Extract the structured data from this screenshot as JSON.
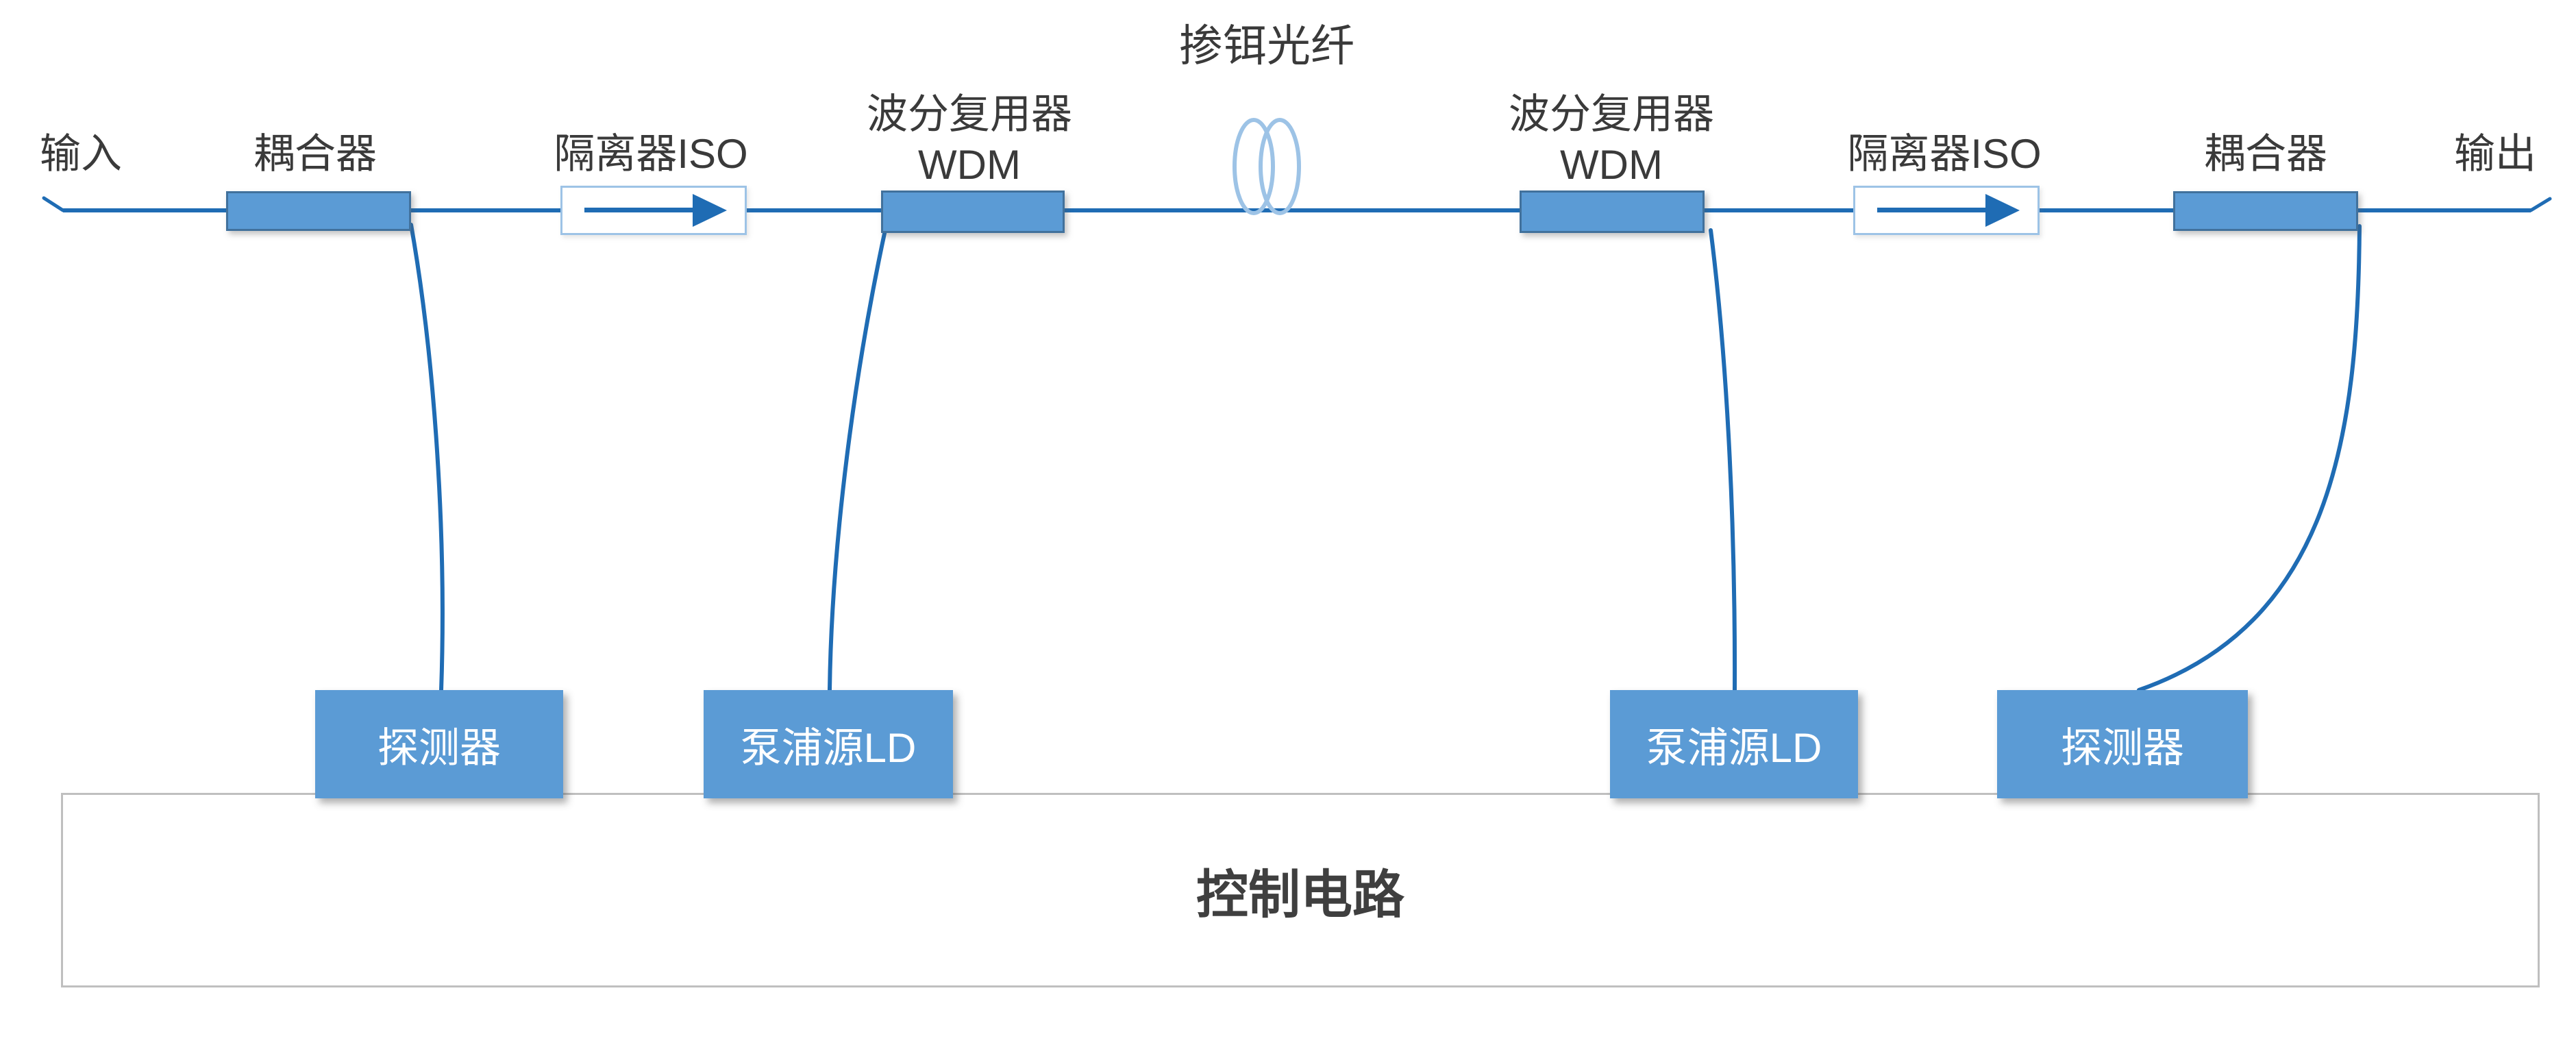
{
  "diagram": {
    "optical_path": {
      "input_label": "输入",
      "coupler_left_label": "耦合器",
      "isolator_left_label": "隔离器ISO",
      "wdm_left_label_line1": "波分复用器",
      "wdm_left_label_line2": "WDM",
      "edf_label": "掺铒光纤",
      "wdm_right_label_line1": "波分复用器",
      "wdm_right_label_line2": "WDM",
      "isolator_right_label": "隔离器ISO",
      "coupler_right_label": "耦合器",
      "output_label": "输出"
    },
    "modules": {
      "detector_left_label": "探测器",
      "pump_left_label": "泵浦源LD",
      "pump_right_label": "泵浦源LD",
      "detector_right_label": "探测器",
      "control_circuit_label": "控制电路"
    },
    "colors": {
      "fiber_line": "#1F6CB4",
      "component_fill": "#5B9BD5",
      "component_border": "#41719C",
      "isolator_border": "#9DC3E6",
      "coil_stroke": "#9DC3E6",
      "module_text": "#FFFFFF",
      "label_text": "#3A3A3A",
      "control_border": "#BFBFBF"
    }
  }
}
